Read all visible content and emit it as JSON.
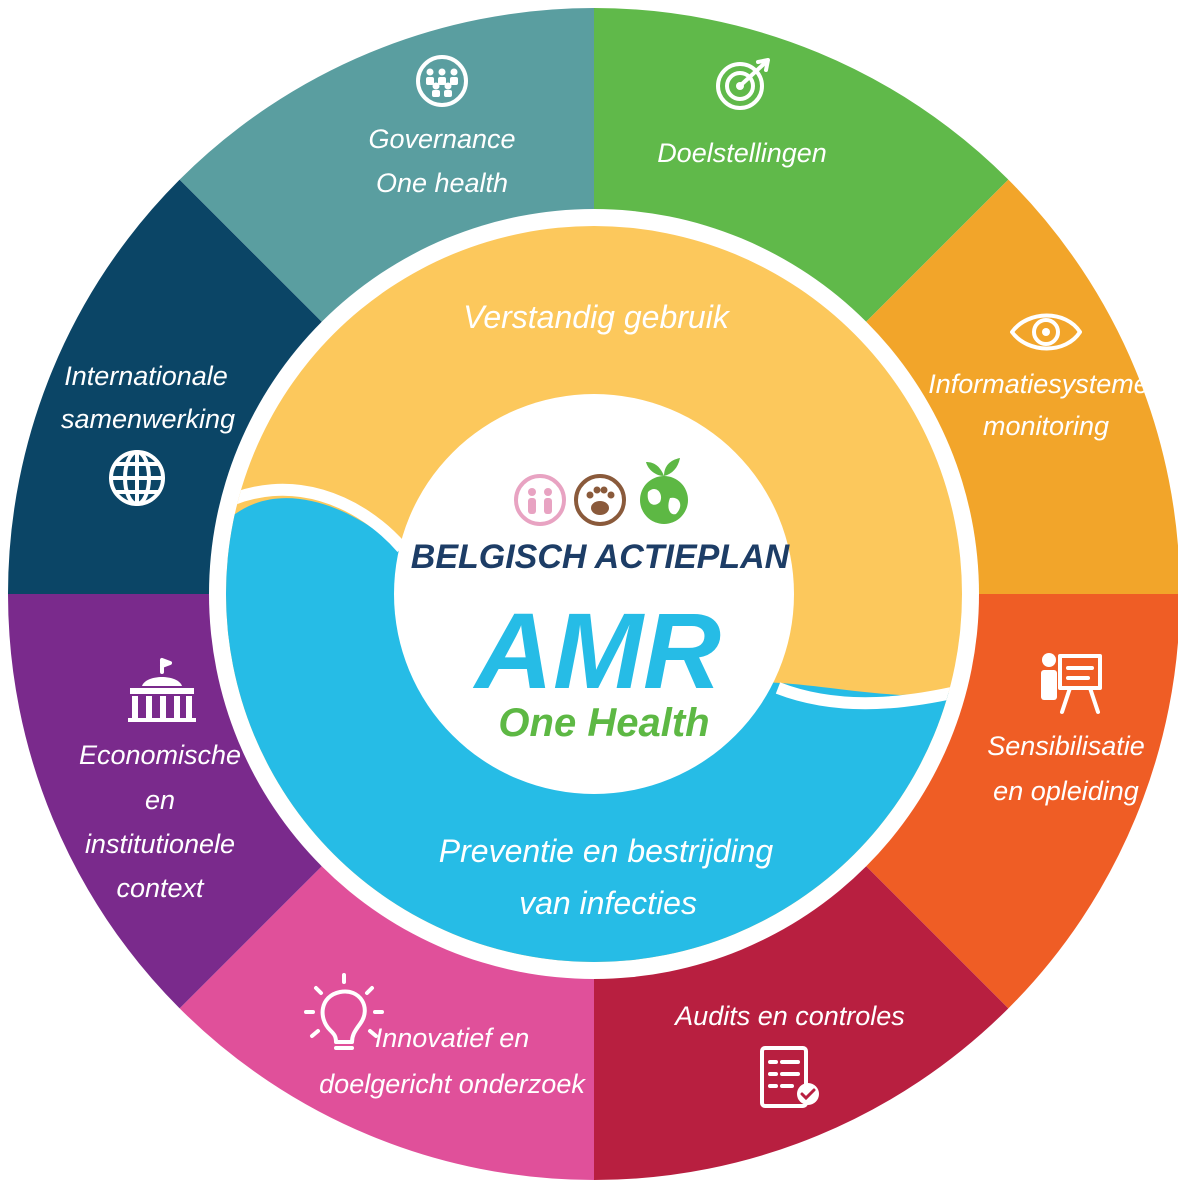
{
  "segments": {
    "governance": {
      "line1": "Governance",
      "line2": "One health",
      "color": "#5a9ea0",
      "icon": "people-cycle-icon"
    },
    "doelstellingen": {
      "line1": "Doelstellingen",
      "color": "#60b94a",
      "icon": "target-icon"
    },
    "informatiesystemen": {
      "line1": "Informatiesystemen",
      "line2": "monitoring",
      "color": "#f2a52a",
      "icon": "eye-icon"
    },
    "sensibilisatie": {
      "line1": "Sensibilisatie",
      "line2": "en opleiding",
      "color": "#ef5d25",
      "icon": "presenter-icon"
    },
    "audits": {
      "line1": "Audits en controles",
      "color": "#b81f40",
      "icon": "checklist-icon"
    },
    "innovatief": {
      "line1": "Innovatief en",
      "line2": "doelgericht onderzoek",
      "color": "#e0509a",
      "icon": "lightbulb-icon"
    },
    "economische": {
      "line1": "Economische",
      "line2": "en",
      "line3": "institutionele",
      "line4": "context",
      "color": "#7a2a8c",
      "icon": "institution-icon"
    },
    "internationale": {
      "line1": "Internationale",
      "line2": "samenwerking",
      "color": "#0b4566",
      "icon": "globe-icon"
    }
  },
  "inner": {
    "top": {
      "label": "Verstandig gebruik",
      "color": "#fcc85c"
    },
    "bottom": {
      "line1": "Preventie en bestrijding",
      "line2": "van infecties",
      "color": "#26bce6"
    }
  },
  "center": {
    "title_top": "BELGISCH ACTIEPLAN",
    "title_main": "AMR",
    "title_sub": "One Health",
    "colors": {
      "dark": "#1d3d66",
      "blue": "#26bce6",
      "green": "#5db844",
      "pink": "#e8a3c2",
      "brown": "#8a5a3b"
    },
    "icons": [
      "people-icon",
      "paw-icon",
      "earth-icon"
    ]
  }
}
